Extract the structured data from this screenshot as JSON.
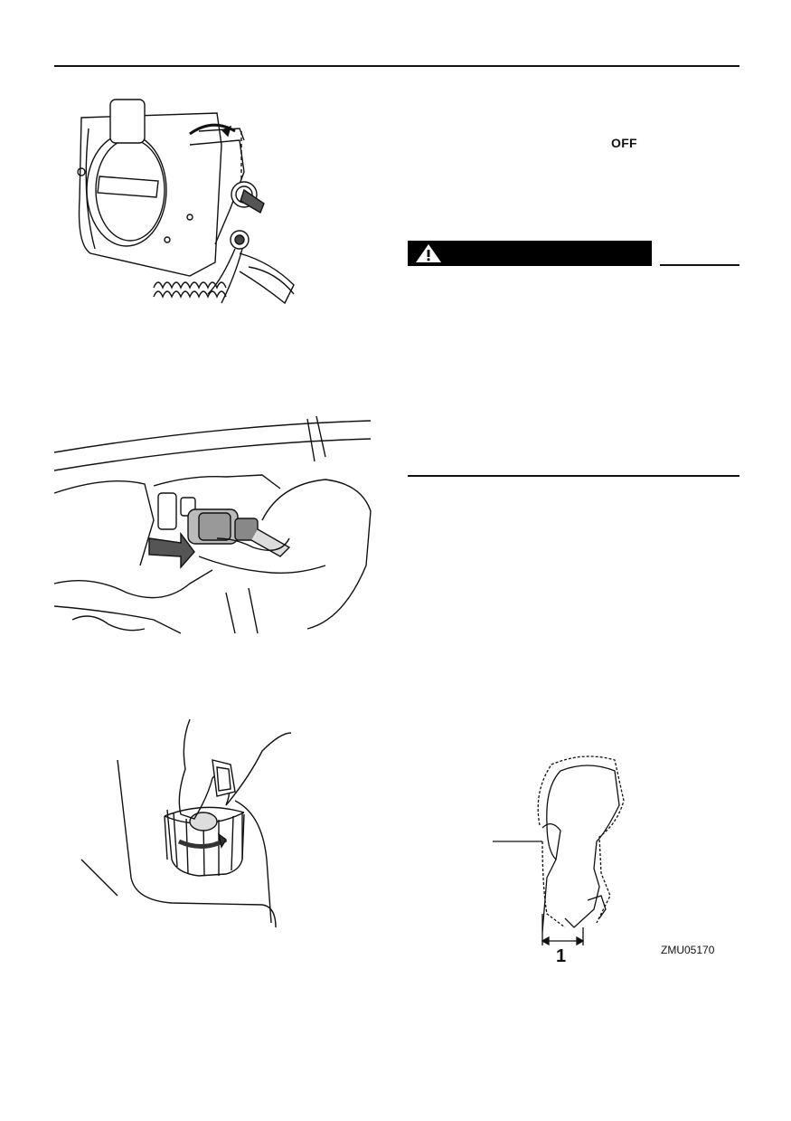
{
  "labels": {
    "switch_position": "OFF",
    "callout_1": "1",
    "figure_code": "ZMU05170"
  },
  "icons": {
    "warning": "warning-triangle-icon"
  },
  "colors": {
    "ink": "#111111",
    "warning_bar": "#000000"
  }
}
